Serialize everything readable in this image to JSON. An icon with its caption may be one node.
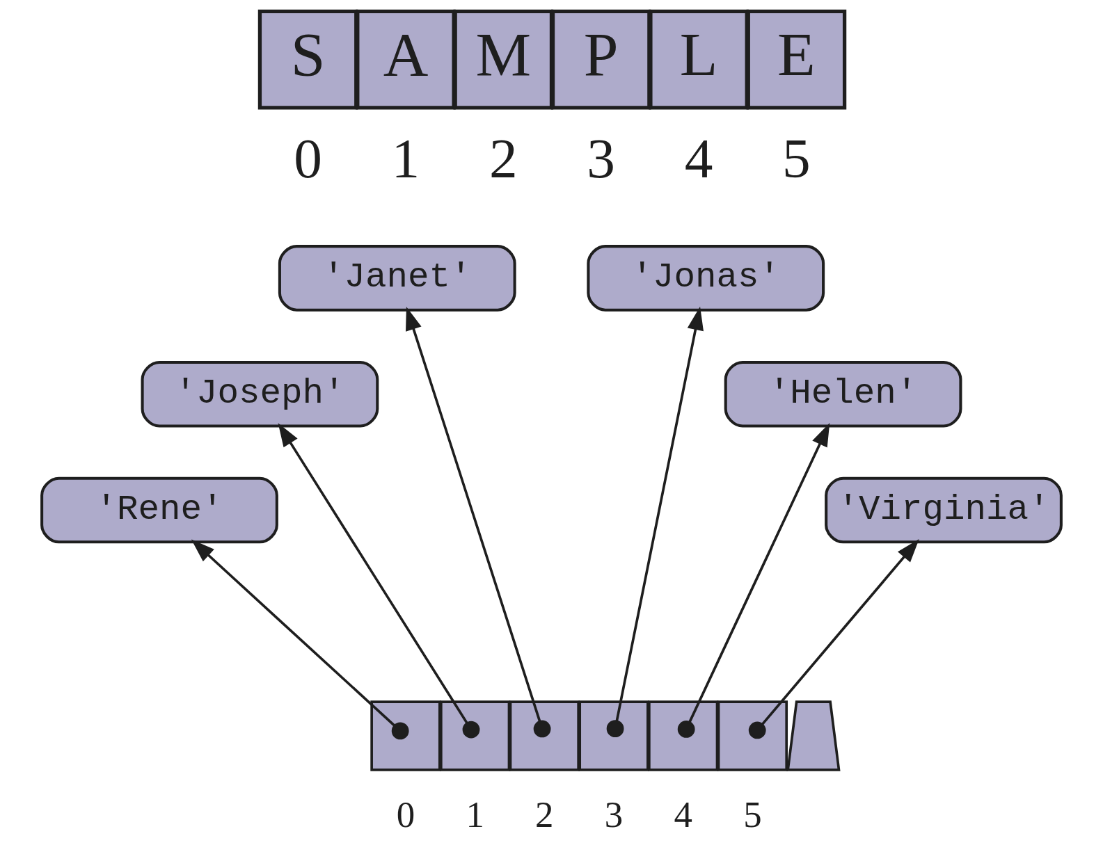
{
  "diagram": {
    "nodes": [
      {
        "text": [
          "S"
        ],
        "beside": [
          "0"
        ]
      },
      {
        "text": [
          "A"
        ],
        "beside": [
          "1"
        ]
      },
      {
        "text": [
          "M"
        ],
        "beside": [
          "2"
        ]
      },
      {
        "text": [
          "P"
        ],
        "beside": [
          "3"
        ]
      },
      {
        "text": [
          "L"
        ],
        "beside": [
          "4"
        ]
      },
      {
        "text": [
          "E"
        ],
        "beside": [
          "5"
        ]
      },
      {
        "text": [
          "'Rene'"
        ]
      },
      {
        "text": [
          "'Joseph'"
        ]
      },
      {
        "text": [
          "'Janet'"
        ]
      },
      {
        "text": [
          "'Jonas'"
        ]
      },
      {
        "text": [
          "'Helen'"
        ]
      },
      {
        "text": [
          "'Virginia'"
        ]
      },
      {
        "text": [],
        "shape": "box",
        "beside": [
          "0"
        ]
      },
      {
        "text": [],
        "shape": "box",
        "beside": [
          "1"
        ]
      },
      {
        "text": [],
        "shape": "box",
        "beside": [
          "2"
        ]
      },
      {
        "text": [],
        "shape": "box",
        "beside": [
          "3"
        ]
      },
      {
        "text": [],
        "shape": "box",
        "beside": [
          "4"
        ]
      },
      {
        "text": [],
        "shape": "box",
        "beside": [
          "5"
        ]
      },
      {
        "text": [],
        "shape": "box"
      }
    ],
    "edges": [
      {
        "from": 12,
        "to": 6,
        "arrow": "to"
      },
      {
        "from": 13,
        "to": 7,
        "arrow": "to"
      },
      {
        "from": 14,
        "to": 8,
        "arrow": "to"
      },
      {
        "from": 15,
        "to": 9,
        "arrow": "to"
      },
      {
        "from": 16,
        "to": 10,
        "arrow": "to"
      },
      {
        "from": 17,
        "to": 11,
        "arrow": "to"
      }
    ]
  }
}
